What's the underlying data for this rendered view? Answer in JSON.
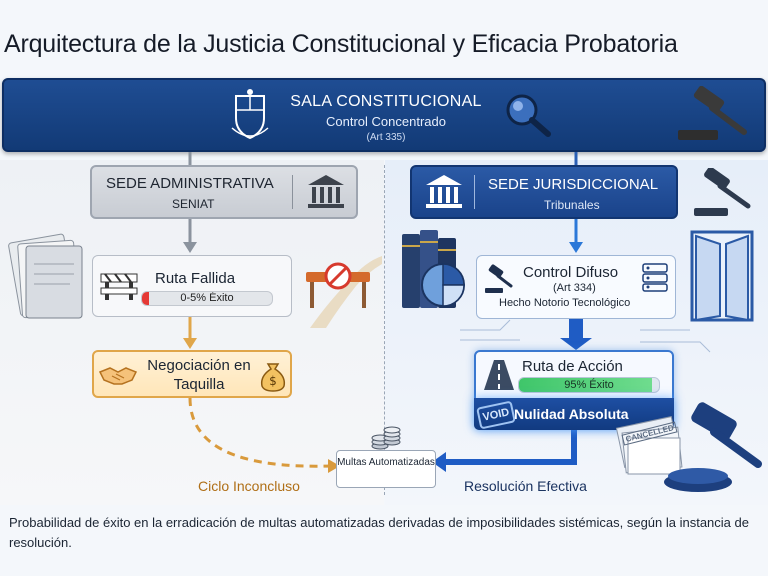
{
  "title": "Arquitectura de la Justicia Constitucional y Eficacia Probatoria",
  "banner": {
    "title": "SALA CONSTITUCIONAL",
    "subtitle": "Control Concentrado",
    "article": "(Art 335)"
  },
  "left": {
    "header_title": "SEDE ADMINISTRATIVA",
    "header_sub": "SENIAT",
    "failed_route_title": "Ruta Fallida",
    "failed_route_bar_label": "0-5% Éxito",
    "failed_route_success_fraction": 0.05,
    "negotiation_label": "Negociación en Taquilla",
    "cycle_label": "Ciclo Inconcluso"
  },
  "right": {
    "header_title": "SEDE JURISDICCIONAL",
    "header_sub": "Tribunales",
    "diffuse_title": "Control Difuso",
    "diffuse_article": "(Art 334)",
    "diffuse_note": "Hecho Notorio Tecnológico",
    "action_route_title": "Ruta de Acción",
    "action_route_bar_label": "95% Éxito",
    "action_route_success_fraction": 0.95,
    "nullity_label": "Nulidad Absoluta",
    "void_stamp": "VOID",
    "cancelled_stamp": "CANCELLED",
    "resolution_label": "Resolución Efectiva"
  },
  "center": {
    "fines_label": "Multas Automatizadas"
  },
  "caption": "Probabilidad de éxito en la erradicación de multas automatizadas derivadas de imposibilidades sistémicas, según la instancia de resolución.",
  "colors": {
    "banner_blue": "#1a438a",
    "fail_red": "#e53935",
    "success_green": "#43c96b",
    "negotiation_orange": "#e0a64a",
    "resolution_blue": "#1f5cc4"
  },
  "icons": [
    "coat-of-arms-icon",
    "magnifier-icon",
    "gavel-icon",
    "courthouse-icon",
    "barrier-icon",
    "handshake-icon",
    "money-bag-icon",
    "books-icon",
    "pie-chart-icon",
    "server-icon",
    "road-icon",
    "door-icon",
    "coins-icon",
    "folders-icon"
  ]
}
